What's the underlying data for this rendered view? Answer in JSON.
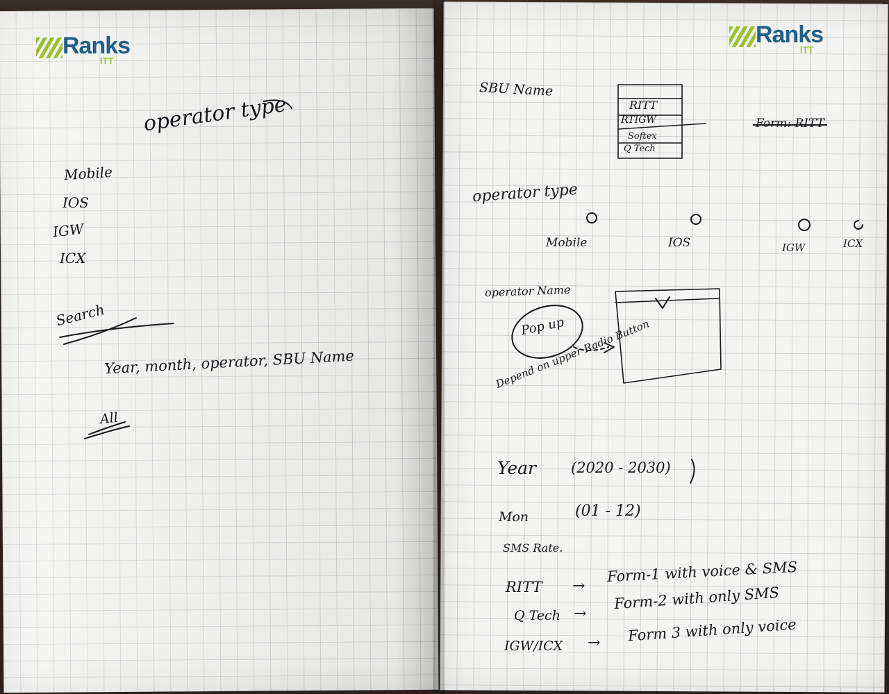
{
  "left_page": {
    "logo": {
      "word": "Ranks",
      "sub": "ITT"
    },
    "title": "operator type",
    "list": [
      "Mobile",
      "IOS",
      "IGW",
      "ICX"
    ],
    "search_label": "Search",
    "search_fields": "Year, month, operator, SBU Name",
    "all_label": "All"
  },
  "right_page": {
    "logo": {
      "word": "Ranks",
      "sub": "ITT"
    },
    "sbu_label": "SBU Name",
    "sbu_options": [
      "RITT",
      "RTIGW",
      "Softex",
      "Q Tech"
    ],
    "form_note": "Form: RITT",
    "operator_type_label": "operator type",
    "radio_options": [
      "Mobile",
      "IOS",
      "IGW",
      "ICX"
    ],
    "operator_name_label": "operator Name",
    "popup_label": "Pop up",
    "depend_note": "Depend on upper Radio Button",
    "year_label": "Year",
    "year_range": "(2020 - 2030)",
    "month_label": "Mon",
    "month_range": "(01 - 12)",
    "sms_rate_label": "SMS Rate.",
    "rules": [
      {
        "source": "RITT",
        "arrow": "→",
        "target": "Form-1 with voice & SMS"
      },
      {
        "source": "Q Tech",
        "arrow": "→",
        "target": "Form-2 with only SMS"
      },
      {
        "source": "IGW/ICX",
        "arrow": "→",
        "target": "Form 3 with only voice"
      }
    ]
  },
  "colors": {
    "paper": "#f4f4f2",
    "ink": "#17181e",
    "logo_blue": "#1f5f8a",
    "logo_green": "#9cc22b",
    "grid": "#c7c9cf"
  }
}
